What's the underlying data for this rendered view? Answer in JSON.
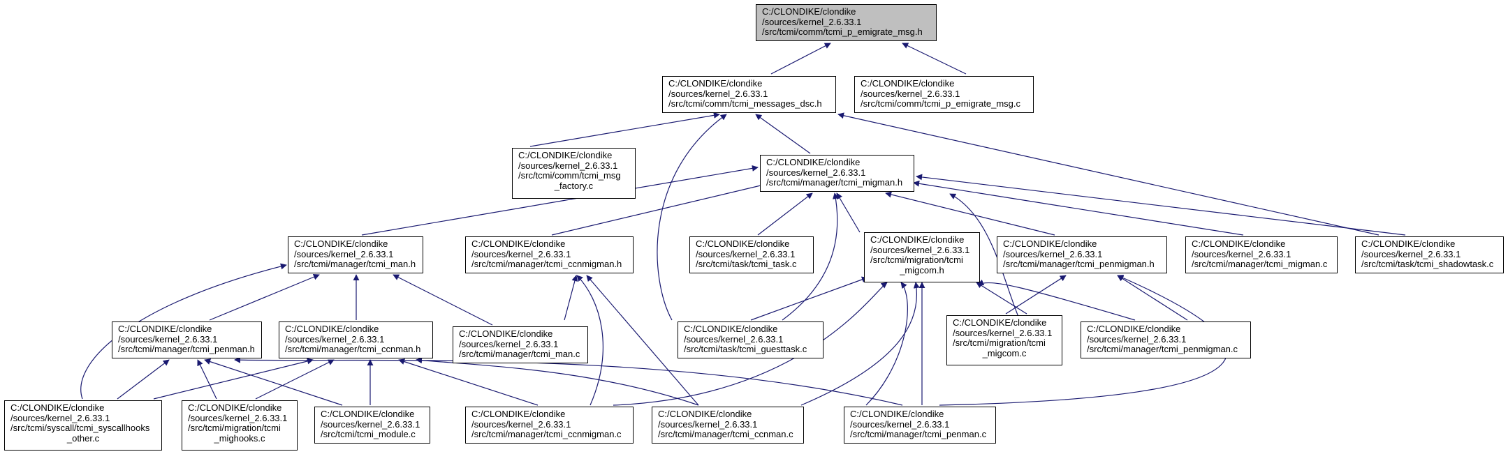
{
  "colors": {
    "edge": "#191970",
    "root_fill": "#bfbfbf",
    "node_fill": "#ffffff",
    "border": "#000000"
  },
  "nodes": {
    "n0": {
      "lines": [
        "C:/CLONDIKE/clondike",
        "/sources/kernel_2.6.33.1",
        "/src/tcmi/comm/tcmi_p_emigrate_msg.h"
      ]
    },
    "n1": {
      "lines": [
        "C:/CLONDIKE/clondike",
        "/sources/kernel_2.6.33.1",
        "/src/tcmi/comm/tcmi_messages_dsc.h"
      ]
    },
    "n2": {
      "lines": [
        "C:/CLONDIKE/clondike",
        "/sources/kernel_2.6.33.1",
        "/src/tcmi/comm/tcmi_p_emigrate_msg.c"
      ]
    },
    "n3": {
      "lines": [
        "C:/CLONDIKE/clondike",
        "/sources/kernel_2.6.33.1",
        "/src/tcmi/comm/tcmi_msg",
        "_factory.c"
      ]
    },
    "n4": {
      "lines": [
        "C:/CLONDIKE/clondike",
        "/sources/kernel_2.6.33.1",
        "/src/tcmi/manager/tcmi_migman.h"
      ]
    },
    "n5": {
      "lines": [
        "C:/CLONDIKE/clondike",
        "/sources/kernel_2.6.33.1",
        "/src/tcmi/manager/tcmi_man.h"
      ]
    },
    "n6": {
      "lines": [
        "C:/CLONDIKE/clondike",
        "/sources/kernel_2.6.33.1",
        "/src/tcmi/manager/tcmi_ccnmigman.h"
      ]
    },
    "n7": {
      "lines": [
        "C:/CLONDIKE/clondike",
        "/sources/kernel_2.6.33.1",
        "/src/tcmi/task/tcmi_task.c"
      ]
    },
    "n8": {
      "lines": [
        "C:/CLONDIKE/clondike",
        "/sources/kernel_2.6.33.1",
        "/src/tcmi/migration/tcmi",
        "_migcom.h"
      ]
    },
    "n9": {
      "lines": [
        "C:/CLONDIKE/clondike",
        "/sources/kernel_2.6.33.1",
        "/src/tcmi/manager/tcmi_penmigman.h"
      ]
    },
    "n10": {
      "lines": [
        "C:/CLONDIKE/clondike",
        "/sources/kernel_2.6.33.1",
        "/src/tcmi/manager/tcmi_migman.c"
      ]
    },
    "n11": {
      "lines": [
        "C:/CLONDIKE/clondike",
        "/sources/kernel_2.6.33.1",
        "/src/tcmi/task/tcmi_shadowtask.c"
      ]
    },
    "n12": {
      "lines": [
        "C:/CLONDIKE/clondike",
        "/sources/kernel_2.6.33.1",
        "/src/tcmi/manager/tcmi_penman.h"
      ]
    },
    "n13": {
      "lines": [
        "C:/CLONDIKE/clondike",
        "/sources/kernel_2.6.33.1",
        "/src/tcmi/manager/tcmi_ccnman.h"
      ]
    },
    "n14": {
      "lines": [
        "C:/CLONDIKE/clondike",
        "/sources/kernel_2.6.33.1",
        "/src/tcmi/manager/tcmi_man.c"
      ]
    },
    "n15": {
      "lines": [
        "C:/CLONDIKE/clondike",
        "/sources/kernel_2.6.33.1",
        "/src/tcmi/task/tcmi_guesttask.c"
      ]
    },
    "n16": {
      "lines": [
        "C:/CLONDIKE/clondike",
        "/sources/kernel_2.6.33.1",
        "/src/tcmi/migration/tcmi",
        "_migcom.c"
      ]
    },
    "n17": {
      "lines": [
        "C:/CLONDIKE/clondike",
        "/sources/kernel_2.6.33.1",
        "/src/tcmi/manager/tcmi_penmigman.c"
      ]
    },
    "n18": {
      "lines": [
        "C:/CLONDIKE/clondike",
        "/sources/kernel_2.6.33.1",
        "/src/tcmi/syscall/tcmi_syscallhooks",
        "_other.c"
      ]
    },
    "n19": {
      "lines": [
        "C:/CLONDIKE/clondike",
        "/sources/kernel_2.6.33.1",
        "/src/tcmi/migration/tcmi",
        "_mighooks.c"
      ]
    },
    "n20": {
      "lines": [
        "C:/CLONDIKE/clondike",
        "/sources/kernel_2.6.33.1",
        "/src/tcmi/tcmi_module.c"
      ]
    },
    "n21": {
      "lines": [
        "C:/CLONDIKE/clondike",
        "/sources/kernel_2.6.33.1",
        "/src/tcmi/manager/tcmi_ccnmigman.c"
      ]
    },
    "n22": {
      "lines": [
        "C:/CLONDIKE/clondike",
        "/sources/kernel_2.6.33.1",
        "/src/tcmi/manager/tcmi_ccnman.c"
      ]
    },
    "n23": {
      "lines": [
        "C:/CLONDIKE/clondike",
        "/sources/kernel_2.6.33.1",
        "/src/tcmi/manager/tcmi_penman.c"
      ]
    }
  }
}
